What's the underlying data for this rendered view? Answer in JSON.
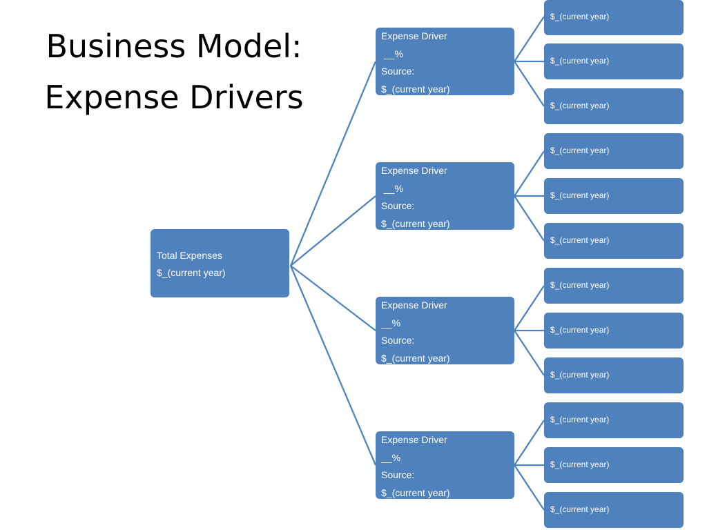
{
  "slide": {
    "title_line1": "Business Model:",
    "title_line2": "Expense Drivers"
  },
  "colors": {
    "box_fill": "#4f81bd",
    "connector": "#4f81bd",
    "text_on_box": "#ffffff",
    "title_text": "#000000"
  },
  "root": {
    "label": "Total Expenses",
    "value": "$_(current year)"
  },
  "drivers": [
    {
      "label": "Expense Driver",
      "percent": " __%",
      "source": "Source:",
      "value": "$_(current year)",
      "children": [
        "$_(current year)",
        "$_(current year)",
        "$_(current year)"
      ]
    },
    {
      "label": "Expense Driver",
      "percent": " __%",
      "source": "Source:",
      "value": "$_(current year)",
      "children": [
        "$_(current year)",
        "$_(current year)",
        "$_(current year)"
      ]
    },
    {
      "label": "Expense Driver",
      "percent": "__%",
      "source": "Source:",
      "value": "$_(current year)",
      "children": [
        "$_(current year)",
        "$_(current year)",
        "$_(current year)"
      ]
    },
    {
      "label": "Expense Driver",
      "percent": "__%",
      "source": "Source:",
      "value": "$_(current year)",
      "children": [
        "$_(current year)",
        "$_(current year)",
        "$_(current year)"
      ]
    }
  ]
}
